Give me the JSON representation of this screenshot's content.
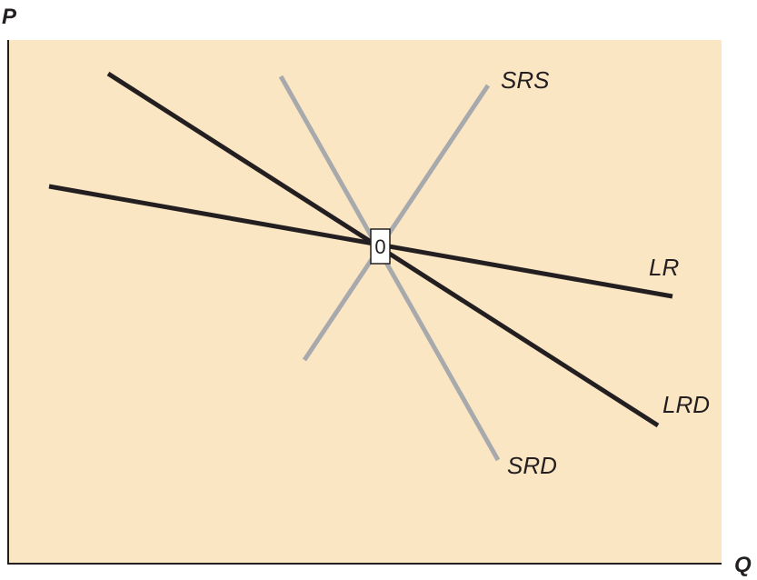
{
  "diagram": {
    "axes": {
      "y_label": "P",
      "x_label": "Q"
    },
    "colors": {
      "plot_background": "#fbe6c4",
      "axis": "#231f20",
      "long_run_curves": "#231f20",
      "short_run_curves": "#a7a9ac",
      "point_box_fill": "#ffffff"
    },
    "equilibrium": {
      "label": "0"
    },
    "curves": [
      {
        "id": "SRS",
        "label": "SRS",
        "run": "short"
      },
      {
        "id": "SRD",
        "label": "SRD",
        "run": "short"
      },
      {
        "id": "LR",
        "label": "LR",
        "run": "long"
      },
      {
        "id": "LRD",
        "label": "LRD",
        "run": "long"
      }
    ]
  }
}
